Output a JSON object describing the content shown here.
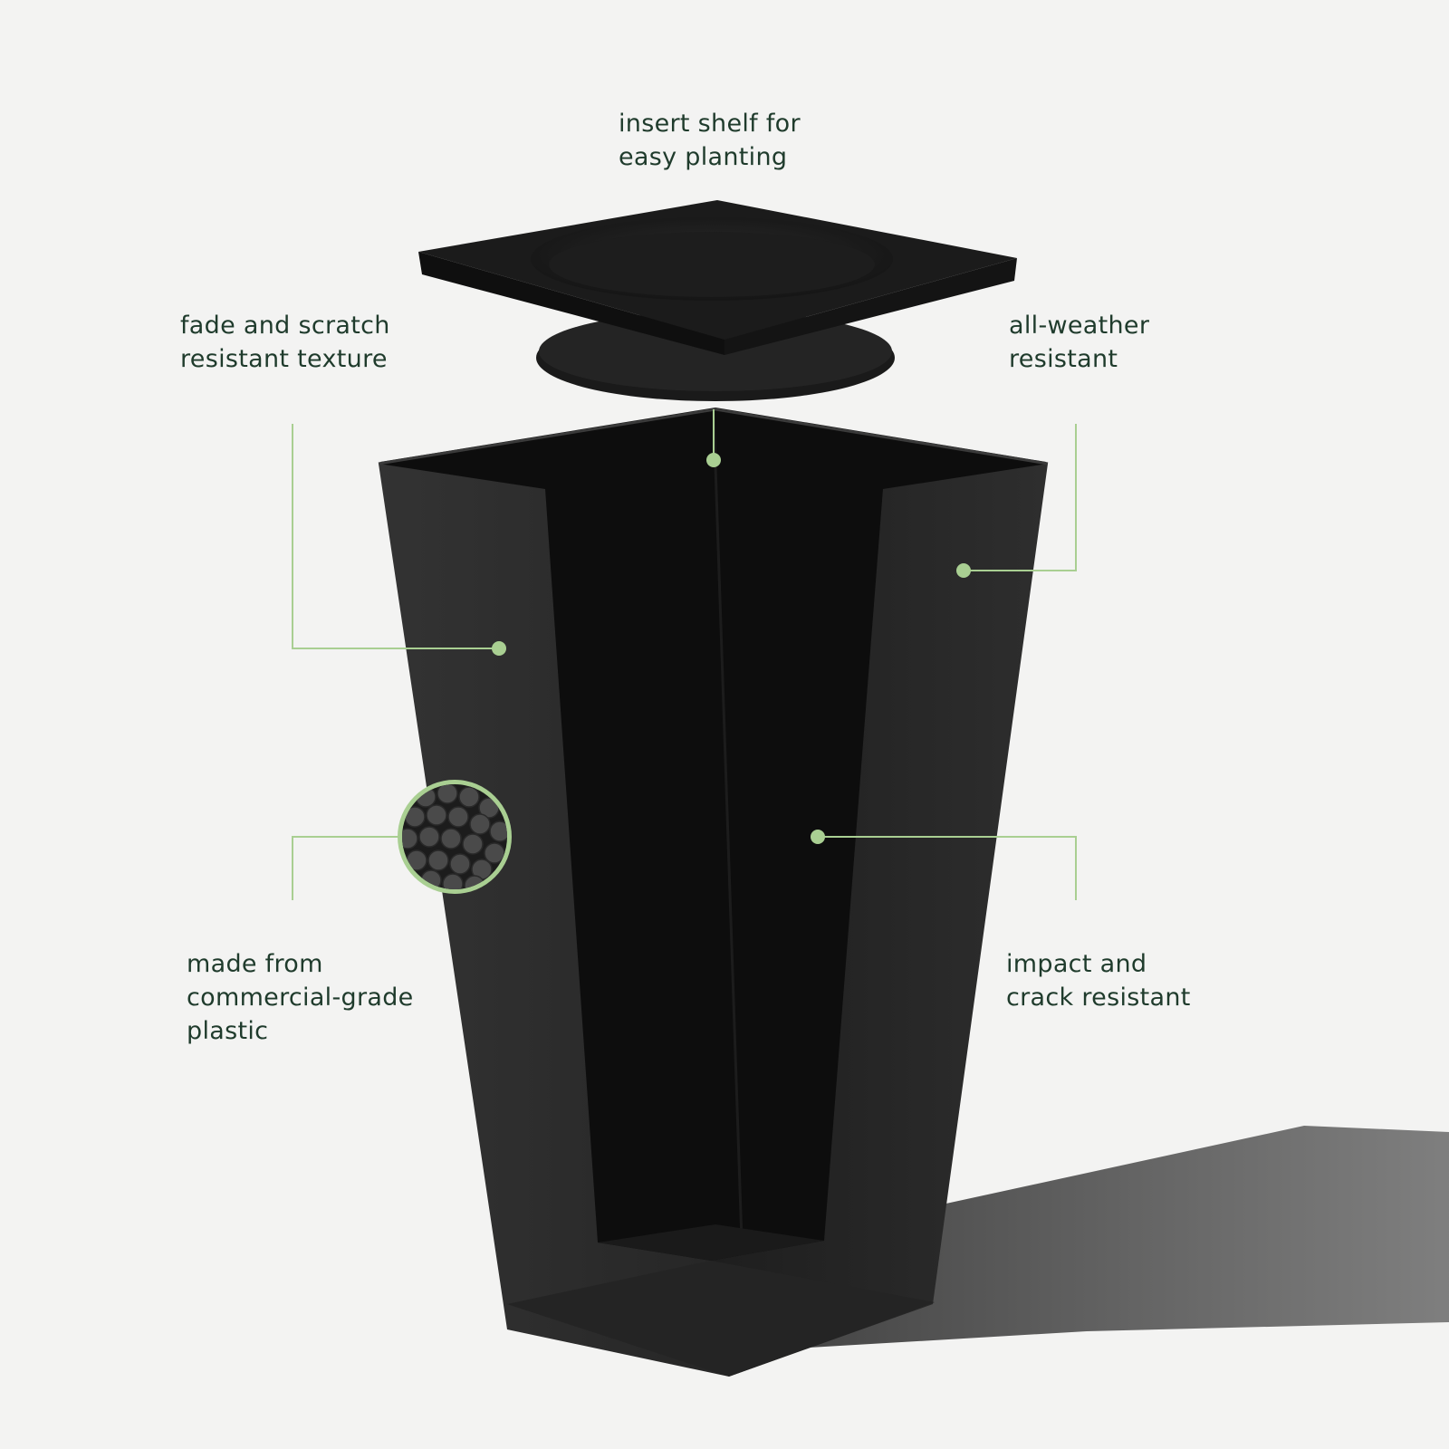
{
  "callouts": {
    "insert_shelf": [
      "insert shelf for",
      "easy planting"
    ],
    "fade_scratch": [
      "fade and scratch",
      "resistant texture"
    ],
    "all_weather": [
      "all-weather",
      "resistant"
    ],
    "commercial_plastic": [
      "made from",
      "commercial-grade",
      "plastic"
    ],
    "impact_crack": [
      "impact and",
      "crack resistant"
    ]
  },
  "colors": {
    "background": "#f3f3f2",
    "label_text": "#1f3b2c",
    "callout_line": "#a9cf92",
    "planter_body": "#2b2b2b",
    "planter_interior": "#0d0d0d"
  },
  "icons": {
    "product": "planter-icon",
    "texture_zoom": "plastic-pellets-icon",
    "callout_marker": "dot-marker-icon"
  }
}
